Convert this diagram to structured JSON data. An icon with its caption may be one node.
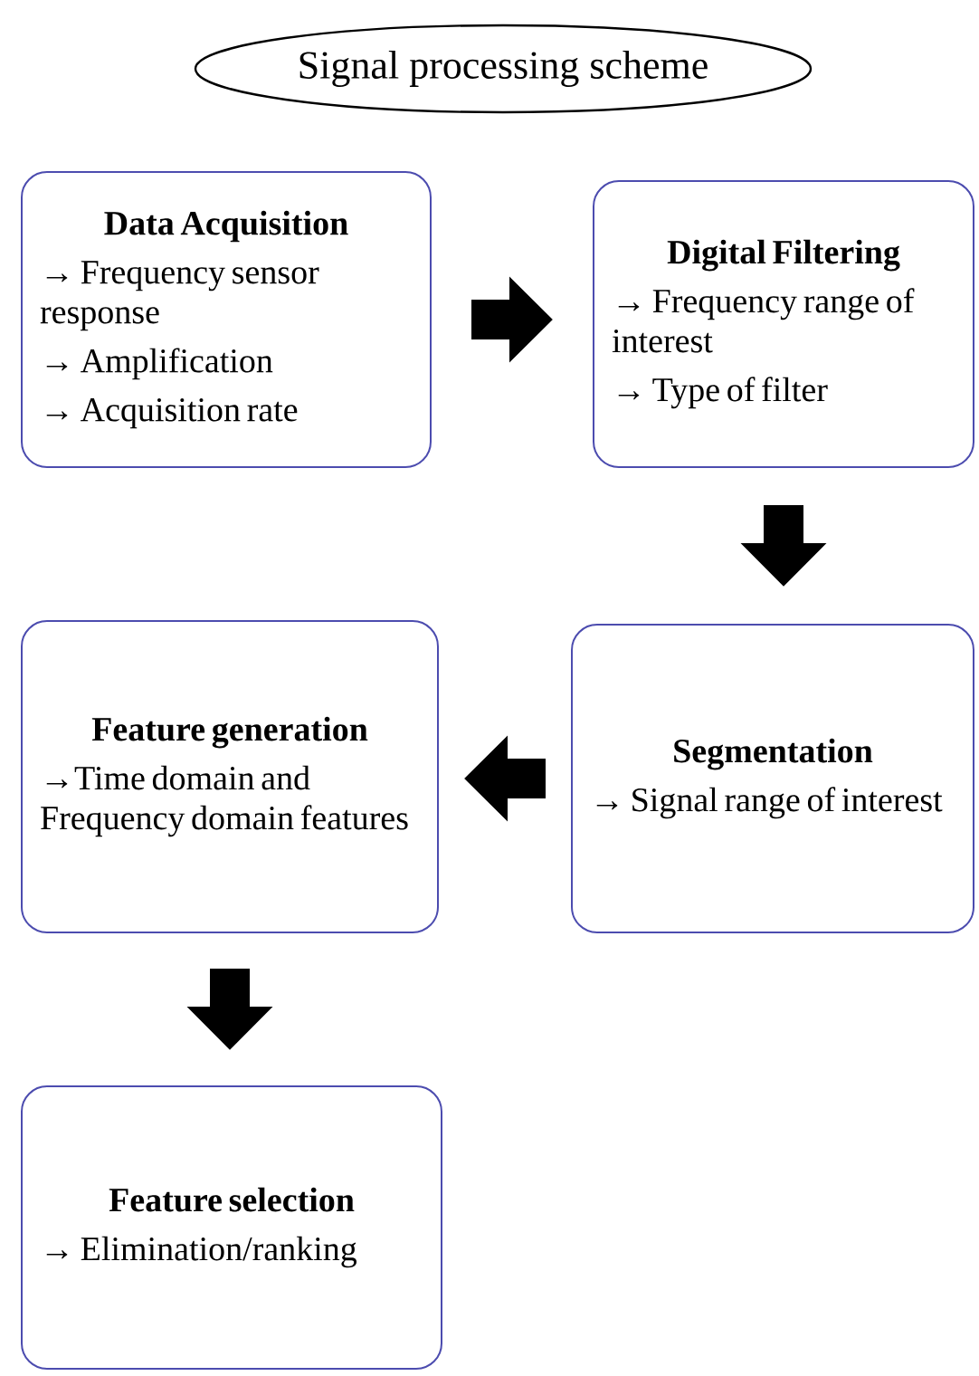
{
  "diagram": {
    "nodes": [
      {
        "text": [
          "Signal processing scheme"
        ]
      },
      {
        "text": [
          "Data Acquisition",
          "→ Frequency sensor response",
          "→ Amplification",
          "→ Acquisition rate"
        ]
      },
      {
        "text": [
          "Digital Filtering",
          "→ Frequency range of interest",
          "→ Type of filter"
        ]
      },
      {
        "text": [
          "Feature generation",
          "→Time domain and Frequency domain features"
        ]
      },
      {
        "text": [
          "Segmentation",
          "→ Signal range of interest"
        ]
      },
      {
        "text": [
          "Feature selection",
          "→ Elimination/ranking"
        ]
      }
    ],
    "edges": [
      {
        "from": 1,
        "to": 2,
        "arrow": "to"
      },
      {
        "from": 2,
        "to": 4,
        "arrow": "to"
      },
      {
        "from": 4,
        "to": 3,
        "arrow": "to"
      },
      {
        "from": 3,
        "to": 5,
        "arrow": "to"
      }
    ]
  }
}
